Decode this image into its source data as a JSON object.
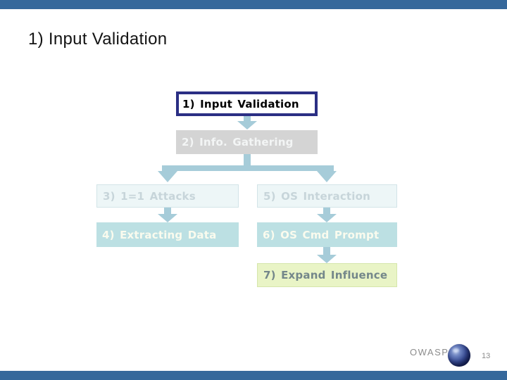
{
  "slide": {
    "title": "1) Input Validation",
    "footer": {
      "brand": "OWASP",
      "page_number": "13"
    }
  },
  "colors": {
    "bar_blue": "#36689B",
    "arrow_blue": "#A6CCD9",
    "node1_border": "#2B2F84",
    "node2_bg": "#D4D4D4",
    "light_bg": "#EDF6F7",
    "light_border": "#D2E4E8",
    "light_text": "#C7D5DA",
    "teal_bg": "#BCE0E3",
    "teal_text": "#FAFBEE",
    "green_bg": "#E9F4C6",
    "green_border": "#D5E6AB",
    "green_text": "#74878A",
    "footer_gray": "#8C8C8C"
  },
  "diagram": {
    "nodes": [
      {
        "id": "n1",
        "label": "1) Input Validation",
        "style": "active-white-navy-border"
      },
      {
        "id": "n2",
        "label": "2) Info. Gathering",
        "style": "gray"
      },
      {
        "id": "n3",
        "label": "3) 1=1 Attacks",
        "style": "light"
      },
      {
        "id": "n4",
        "label": "4) Extracting Data",
        "style": "teal"
      },
      {
        "id": "n5",
        "label": "5) OS Interaction",
        "style": "light"
      },
      {
        "id": "n6",
        "label": "6) OS Cmd Prompt",
        "style": "teal"
      },
      {
        "id": "n7",
        "label": "7) Expand Influence",
        "style": "green"
      }
    ],
    "edges": [
      "n1->n2",
      "n2->n3",
      "n2->n5",
      "n3->n4",
      "n5->n6",
      "n6->n7"
    ]
  }
}
